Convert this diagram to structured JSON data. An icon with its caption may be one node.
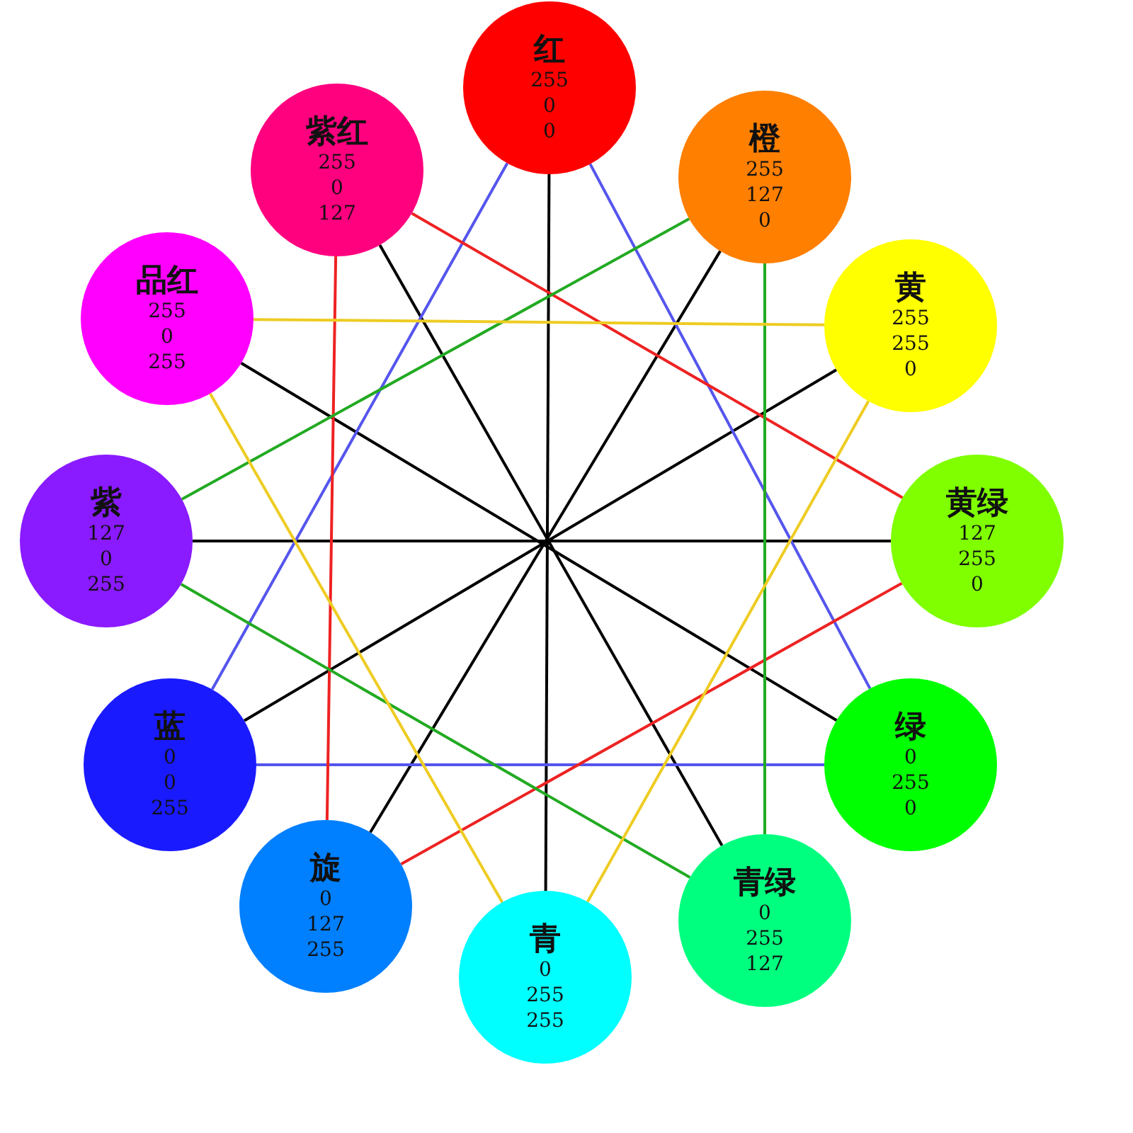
{
  "diagram": {
    "nodes": [
      {
        "text": [
          "红",
          "255",
          "0",
          "0"
        ]
      },
      {
        "text": [
          "橙",
          "255",
          "127",
          "0"
        ]
      },
      {
        "text": [
          "黄",
          "255",
          "255",
          "0"
        ]
      },
      {
        "text": [
          "黄绿",
          "127",
          "255",
          "0"
        ]
      },
      {
        "text": [
          "绿",
          "0",
          "255",
          "0"
        ]
      },
      {
        "text": [
          "青绿",
          "0",
          "255",
          "127"
        ]
      },
      {
        "text": [
          "青",
          "0",
          "255",
          "255"
        ]
      },
      {
        "text": [
          "旋",
          "0",
          "127",
          "255"
        ]
      },
      {
        "text": [
          "蓝",
          "0",
          "0",
          "255"
        ]
      },
      {
        "text": [
          "紫",
          "127",
          "0",
          "255"
        ]
      },
      {
        "text": [
          "品红",
          "255",
          "0",
          "255"
        ]
      },
      {
        "text": [
          "紫红",
          "255",
          "0",
          "127"
        ]
      }
    ],
    "edges": [
      {
        "from": 0,
        "to": 6,
        "arrow": "none"
      },
      {
        "from": 1,
        "to": 7,
        "arrow": "none"
      },
      {
        "from": 2,
        "to": 8,
        "arrow": "none"
      },
      {
        "from": 3,
        "to": 9,
        "arrow": "none"
      },
      {
        "from": 4,
        "to": 10,
        "arrow": "none"
      },
      {
        "from": 5,
        "to": 11,
        "arrow": "none"
      },
      {
        "from": 0,
        "to": 4,
        "arrow": "none",
        "color": "#5555ee"
      },
      {
        "from": 0,
        "to": 8,
        "arrow": "none",
        "color": "#5555ee"
      },
      {
        "from": 8,
        "to": 4,
        "arrow": "none",
        "color": "#5555ee"
      },
      {
        "from": 11,
        "to": 3,
        "arrow": "none",
        "color": "#ee2222"
      },
      {
        "from": 11,
        "to": 7,
        "arrow": "none",
        "color": "#ee2222"
      },
      {
        "from": 7,
        "to": 3,
        "arrow": "none",
        "color": "#ee2222"
      },
      {
        "from": 1,
        "to": 9,
        "arrow": "none",
        "color": "#22aa22"
      },
      {
        "from": 1,
        "to": 5,
        "arrow": "none",
        "color": "#22aa22"
      },
      {
        "from": 9,
        "to": 5,
        "arrow": "none",
        "color": "#22aa22"
      },
      {
        "from": 10,
        "to": 2,
        "arrow": "none",
        "color": "#eecc22"
      },
      {
        "from": 10,
        "to": 6,
        "arrow": "none",
        "color": "#eecc22"
      },
      {
        "from": 2,
        "to": 6,
        "arrow": "none",
        "color": "#eecc22"
      }
    ]
  }
}
